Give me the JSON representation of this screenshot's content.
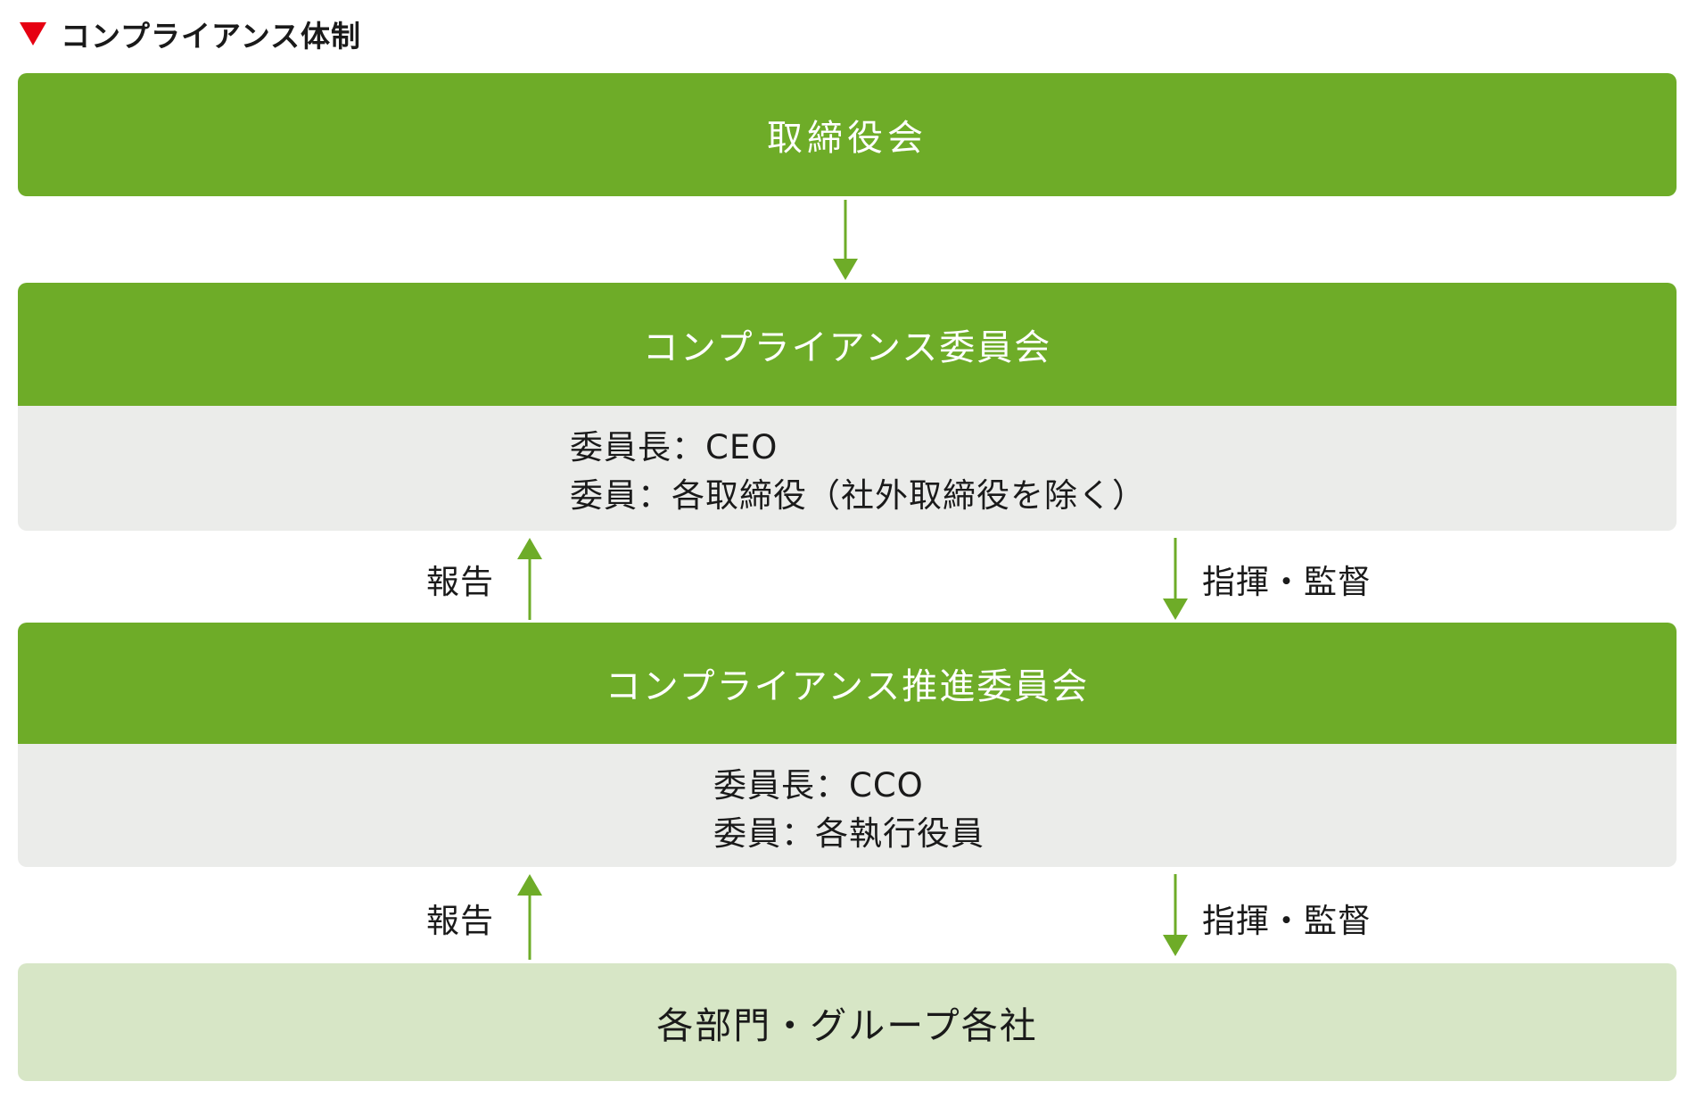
{
  "header": {
    "title": "コンプライアンス体制",
    "marker_color": "#e60012"
  },
  "colors": {
    "accent": "#6eac28",
    "panel": "#ebecea",
    "light_green": "#d7e6c6"
  },
  "nodes": {
    "board": {
      "title": "取締役会"
    },
    "compliance_committee": {
      "title": "コンプライアンス委員会",
      "chair": "委員長：CEO",
      "members": "委員：各取締役（社外取締役を除く）"
    },
    "promotion_committee": {
      "title": "コンプライアンス推進委員会",
      "chair": "委員長：CCO",
      "members": "委員：各執行役員"
    },
    "departments": {
      "title": "各部門・グループ各社"
    }
  },
  "edges": {
    "report_upper": "報告",
    "direct_upper": "指揮・監督",
    "report_lower": "報告",
    "direct_lower": "指揮・監督"
  }
}
